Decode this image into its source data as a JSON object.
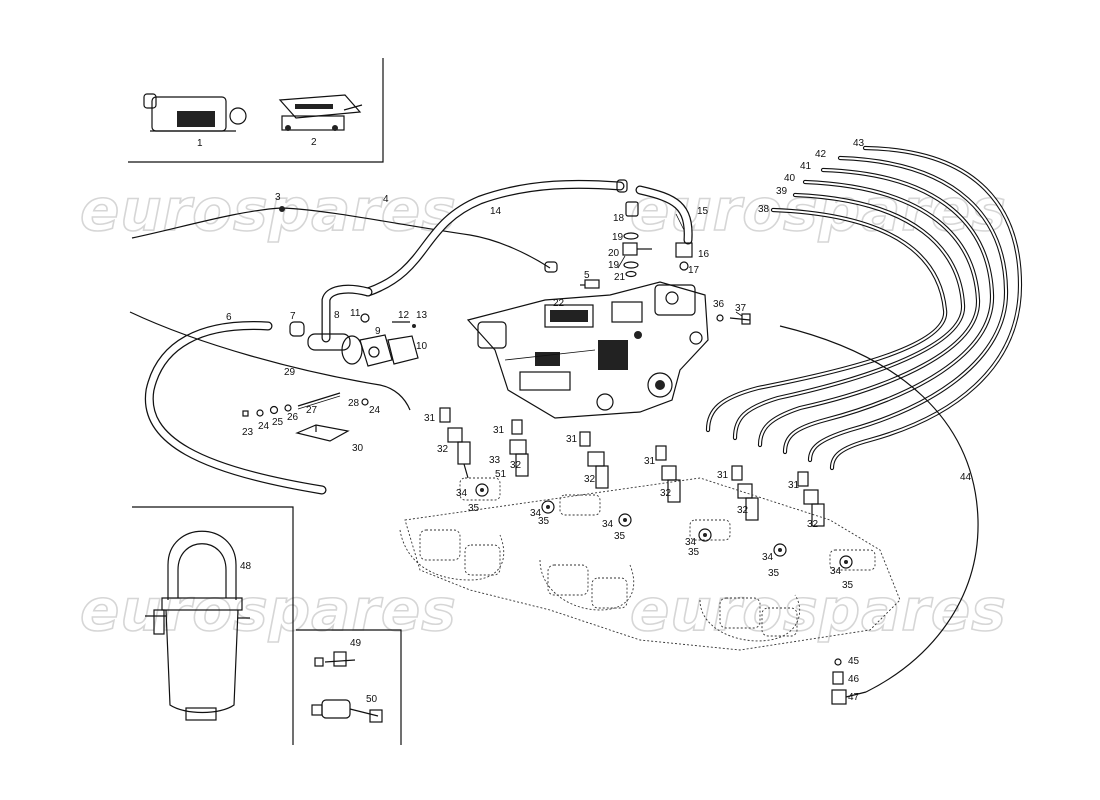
{
  "watermark": {
    "text": "eurospares",
    "color": "#d6d6d6"
  },
  "labels": {
    "l1": "1",
    "l2": "2",
    "l3": "3",
    "l4": "4",
    "l5": "5",
    "l6": "6",
    "l7": "7",
    "l8": "8",
    "l9": "9",
    "l10": "10",
    "l11": "11",
    "l12": "12",
    "l13": "13",
    "l14": "14",
    "l15": "15",
    "l16": "16",
    "l17": "17",
    "l18": "18",
    "l19": "19",
    "l20": "20",
    "l21": "21",
    "l22": "22",
    "l23": "23",
    "l24": "24",
    "l25": "25",
    "l26": "26",
    "l27": "27",
    "l28": "28",
    "l29": "29",
    "l30": "30",
    "l31": "31",
    "l32": "32",
    "l33": "33",
    "l34": "34",
    "l35": "35",
    "l36": "36",
    "l37": "37",
    "l38": "38",
    "l39": "39",
    "l40": "40",
    "l41": "41",
    "l42": "42",
    "l43": "43",
    "l44": "44",
    "l45": "45",
    "l46": "46",
    "l47": "47",
    "l48": "48",
    "l49": "49",
    "l50": "50",
    "l51": "51"
  }
}
